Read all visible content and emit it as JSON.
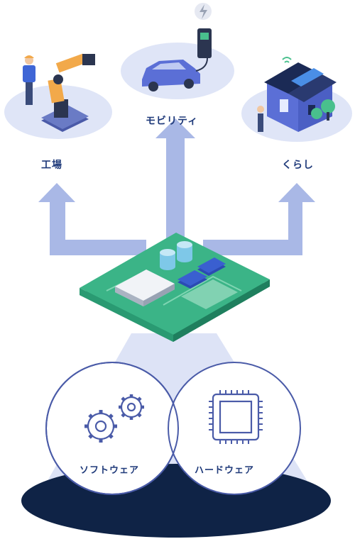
{
  "targets": {
    "factory": {
      "label": "工場",
      "icon": "robot-arm-icon"
    },
    "mobility": {
      "label": "モビリティ",
      "icon": "ev-car-charging-icon"
    },
    "life": {
      "label": "くらし",
      "icon": "smart-house-icon"
    }
  },
  "core": {
    "icon": "circuit-board-icon"
  },
  "foundations": {
    "software": {
      "label": "ソフトウェア",
      "icon": "gears-icon"
    },
    "hardware": {
      "label": "ハードウェア",
      "icon": "chip-icon"
    }
  },
  "colors": {
    "arrow": "#a9b8e6",
    "circle_stroke": "#4a5ba8",
    "label": "#1f3a7a",
    "board": "#3bb487",
    "base": "#0f2346",
    "platform": "#dfe5f7"
  }
}
